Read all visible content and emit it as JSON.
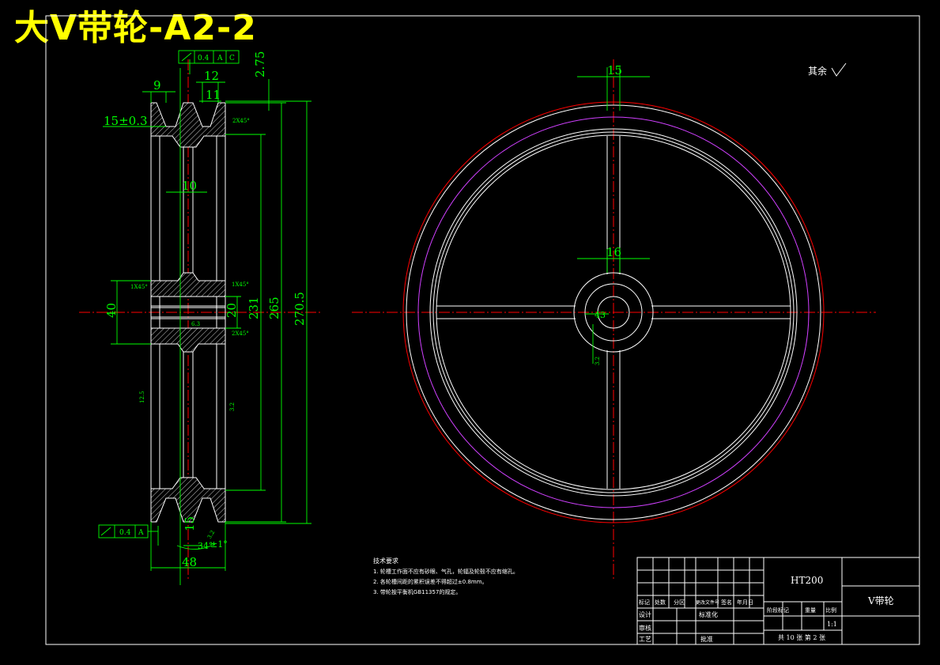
{
  "title": "大V带轮-A2-2",
  "side_view": {
    "tolerance_frame_top": [
      "0.4",
      "A",
      "C"
    ],
    "tolerance_frame_bottom": [
      "0.4",
      "A"
    ],
    "dim_9": "9",
    "dim_12": "12",
    "dim_11": "11",
    "dim_2_75": "2.75",
    "dim_15_pm": "15±0.3",
    "dim_10": "10",
    "dim_40": "40",
    "dim_20": "20",
    "dim_231": "231",
    "dim_265": "265",
    "dim_270_5": "270.5",
    "dim_48": "48",
    "dim_15_bottom": "15",
    "angle_34": "34°",
    "angle_tol": "±1°",
    "chamfer_top": "2X45°",
    "chamfer_left": "1X45°",
    "chamfer_right": "1X45°",
    "chamfer_bore": "2X45°",
    "roughness_12_5": "12.5",
    "roughness_3_2": "3.2",
    "roughness_6_3": "6.3",
    "roughness_3_2b": "3.2"
  },
  "front_view": {
    "dim_15": "15",
    "dim_16": "16",
    "hub_label": "43",
    "surface_rest": "其余",
    "roughness_hub": "3.2"
  },
  "tech_notes": {
    "heading": "技术要求",
    "lines": [
      "1. 轮槽工作面不应有砂眼、气孔，轮辐及轮毂不应有缩孔。",
      "2. 各轮槽间距的累积误差不得超过±0.8mm。",
      "3. 带轮按平衡机GB11357的规定。"
    ]
  },
  "title_block": {
    "material": "HT200",
    "part_name": "V带轮",
    "scale": "1:1",
    "sheet_info": "共 10 张  第 2 张",
    "headers_row": [
      "标记",
      "处数",
      "分区",
      "更改文件号",
      "签名",
      "年月日"
    ],
    "design": "设计",
    "standardize": "标准化",
    "stage_cols": [
      "阶段标记",
      "重量",
      "比例"
    ],
    "review": "审核",
    "process": "工艺",
    "approve": "批准"
  }
}
